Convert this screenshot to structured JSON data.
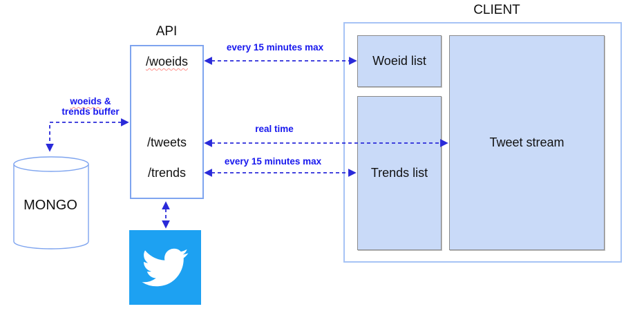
{
  "client": {
    "title": "CLIENT",
    "woeid_list_label": "Woeid list",
    "trends_list_label": "Trends list",
    "tweet_stream_label": "Tweet stream"
  },
  "api": {
    "title": "API",
    "endpoints": [
      {
        "label": "/woeids"
      },
      {
        "label": "/tweets"
      },
      {
        "label": "/trends"
      }
    ]
  },
  "mongo": {
    "label": "MONGO"
  },
  "twitter": {
    "icon": "twitter-bird-icon"
  },
  "arrows": [
    {
      "id": "api-to-woeid-list",
      "label": "every 15 minutes max",
      "style": "dashed-double-headed"
    },
    {
      "id": "api-to-tweet-stream",
      "label": "real time",
      "style": "dashed-double-headed"
    },
    {
      "id": "api-to-trends-list",
      "label": "every 15 minutes max",
      "style": "dashed-double-headed"
    },
    {
      "id": "mongo-to-api",
      "label_line1_word": "woeids",
      "label_line1_rest": " &",
      "label_line2": "trends buffer",
      "style": "dashed-elbow-double-headed"
    },
    {
      "id": "api-to-twitter",
      "style": "dashed-double-headed"
    }
  ],
  "colors": {
    "arrow-blue": "#2a2ad9",
    "label-blue": "#1717ee",
    "client-border": "#a6c3f5",
    "api-border": "#7ea4ef",
    "shape-blue": "#7ea4ef",
    "inner-fill": "#c9daf8",
    "inner-border": "#8a8a8a",
    "twitter-blue": "#1da1f2",
    "squiggle-red": "#ff8f8a"
  }
}
